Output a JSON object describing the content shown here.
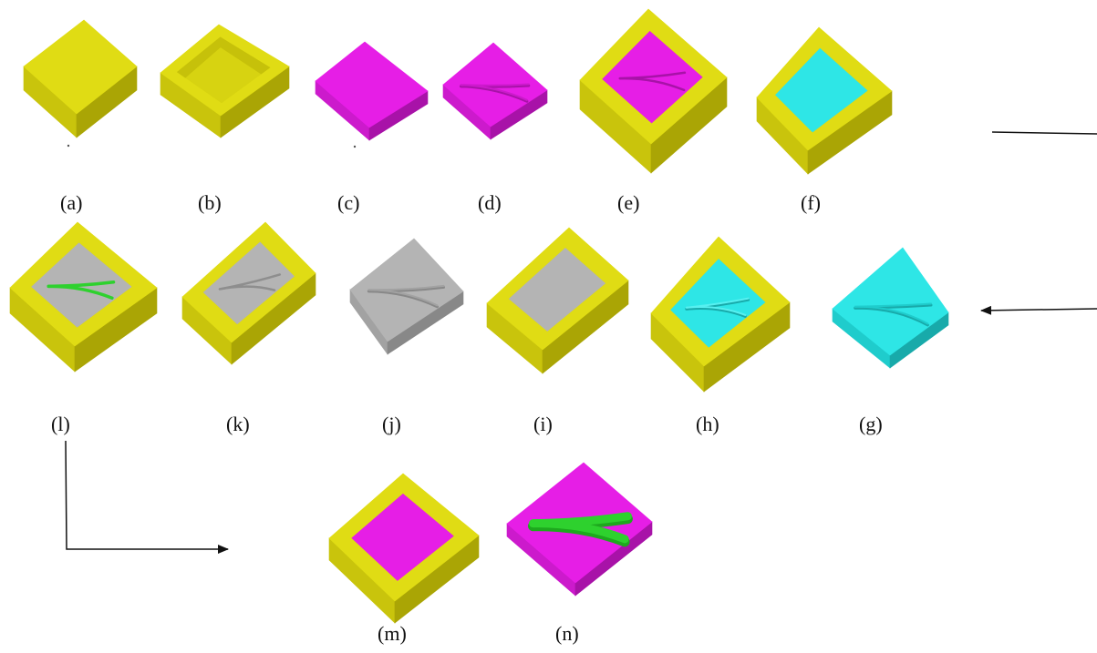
{
  "colors": {
    "frame_top": "#e0dc14",
    "frame_left": "#c9c40c",
    "frame_right": "#aaa505",
    "frame_wall": "#d7d311",
    "magenta_top": "#e61ee6",
    "magenta_left": "#cc1acc",
    "magenta_right": "#a812a8",
    "cyan_top": "#2ee6e6",
    "cyan_left": "#1fcccc",
    "cyan_right": "#18aaaa",
    "gray_top": "#b4b4b4",
    "gray_left": "#a2a2a2",
    "gray_right": "#888888",
    "channel_green": "#2ed12e",
    "arrow": "#111111"
  },
  "steps": [
    {
      "id": "a",
      "label": "(a)",
      "part": "solid-yellow-block"
    },
    {
      "id": "b",
      "label": "(b)",
      "part": "open-yellow-frame"
    },
    {
      "id": "c",
      "label": "(c)",
      "part": "magenta-slab"
    },
    {
      "id": "d",
      "label": "(d)",
      "part": "magenta-slab-with-y-channel"
    },
    {
      "id": "e",
      "label": "(e)",
      "part": "frame-with-magenta-insert"
    },
    {
      "id": "f",
      "label": "(f)",
      "part": "frame-with-cyan-fill"
    },
    {
      "id": "g",
      "label": "(g)",
      "part": "cyan-slab-with-y-ridge"
    },
    {
      "id": "h",
      "label": "(h)",
      "part": "frame-with-cyan-ridge-insert"
    },
    {
      "id": "i",
      "label": "(i)",
      "part": "frame-with-gray-fill"
    },
    {
      "id": "j",
      "label": "(j)",
      "part": "gray-slab-with-y-channel"
    },
    {
      "id": "k",
      "label": "(k)",
      "part": "frame-with-gray-channel-insert"
    },
    {
      "id": "l",
      "label": "(l)",
      "part": "frame-with-gray-and-green-channel"
    },
    {
      "id": "m",
      "label": "(m)",
      "part": "frame-with-magenta-fill"
    },
    {
      "id": "n",
      "label": "(n)",
      "part": "magenta-slab-with-green-y-channel"
    }
  ]
}
